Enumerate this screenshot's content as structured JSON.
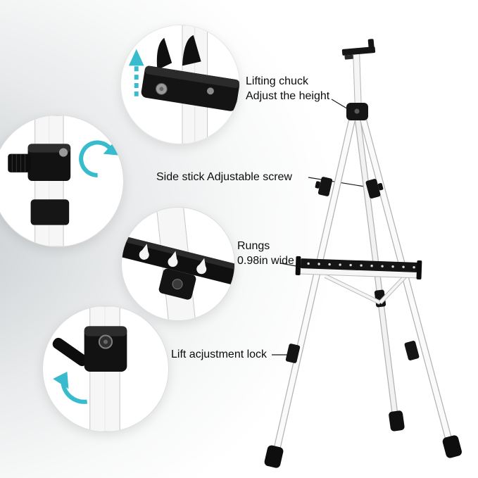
{
  "colors": {
    "accent_teal": "#38bccd",
    "part_black": "#141414",
    "pole_white": "#f6f6f6",
    "background": "#ffffff"
  },
  "callouts": [
    {
      "id": "lifting-chuck",
      "line1": "Lifting chuck",
      "line2": "Adjust the height"
    },
    {
      "id": "side-stick-screw",
      "line1": "Side stick Adjustable screw",
      "line2": ""
    },
    {
      "id": "rungs",
      "line1": "Rungs",
      "line2": "0.98in wide"
    },
    {
      "id": "lift-adjustment-lock",
      "line1": "Lift acjustment lock",
      "line2": ""
    }
  ]
}
